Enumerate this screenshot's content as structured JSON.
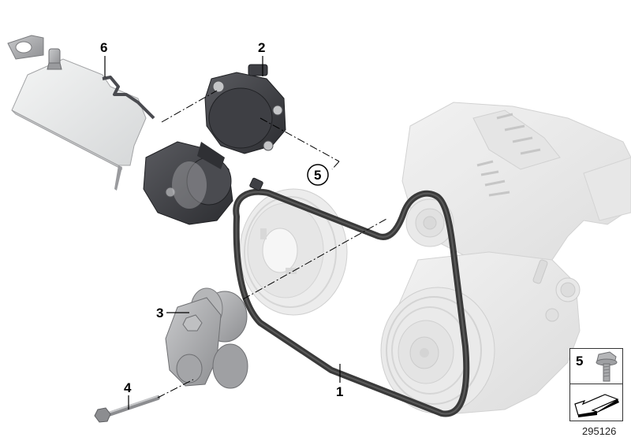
{
  "diagram": {
    "type": "exploded parts diagram",
    "subject": "Belt drive / tensioner assembly",
    "figure_id": "295126",
    "colors": {
      "belt": "#3a3a3a",
      "dark_part": "#3c3d42",
      "light_part": "#e6e7e8",
      "medium_part": "#a9aaac",
      "ghost_part": "#ececec",
      "line": "#000000"
    },
    "callouts": [
      {
        "id": "6",
        "label": "6",
        "part": "heat shield / bracket"
      },
      {
        "id": "2",
        "label": "2",
        "part": "belt tensioner (automatic)"
      },
      {
        "id": "5",
        "label": "5",
        "part": "screw (circled reference)",
        "circled": true
      },
      {
        "id": "3",
        "label": "3",
        "part": "tensioning pulley"
      },
      {
        "id": "4",
        "label": "4",
        "part": "bolt"
      },
      {
        "id": "1",
        "label": "1",
        "part": "ribbed V-belt"
      }
    ],
    "legend": {
      "item_number": "5",
      "item_icon": "hex-flange-bolt-icon",
      "direction_icon": "arrow-down-left-icon"
    }
  }
}
